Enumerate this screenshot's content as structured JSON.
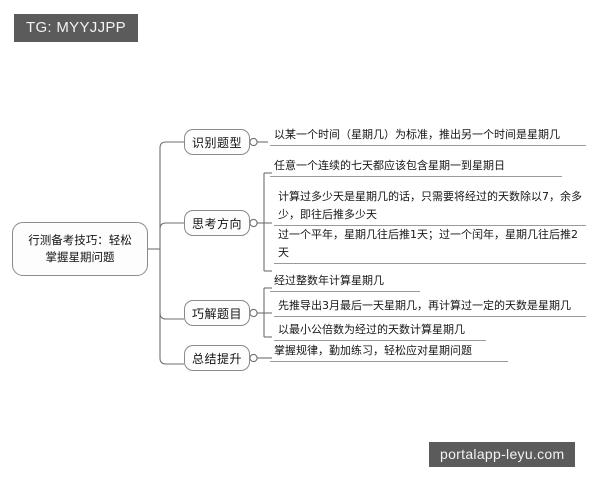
{
  "watermarks": {
    "top_badge": "TG: MYYJJPP",
    "bottom_badge": "portalapp-leyu.com"
  },
  "colors": {
    "background": "#ffffff",
    "node_border": "#8a8a8a",
    "node_fill": "#fdfdfd",
    "connector": "#6f6f6f",
    "leaf_underline": "#9a9a9a",
    "badge_bg": "#5b5b5b",
    "badge_text": "#f2f2f2",
    "text": "#161616"
  },
  "mindmap": {
    "root": "行测备考技巧：轻松掌握星期问题",
    "branches": [
      {
        "label": "识别题型",
        "toggle": "collapse-toggle",
        "leaves": [
          "以某一个时间（星期几）为标准，推出另一个时间是星期几"
        ]
      },
      {
        "label": "思考方向",
        "toggle": "collapse-toggle",
        "leaves": [
          "任意一个连续的七天都应该包含星期一到星期日",
          "计算过多少天是星期几的话，只需要将经过的天数除以7，余多少，即往后推多少天",
          "过一个平年，星期几往后推1天；过一个闰年，星期几往后推2天"
        ]
      },
      {
        "label": "巧解题目",
        "toggle": "collapse-toggle",
        "leaves": [
          "经过整数年计算星期几",
          "先推导出3月最后一天星期几，再计算过一定的天数是星期几",
          "以最小公倍数为经过的天数计算星期几"
        ]
      },
      {
        "label": "总结提升",
        "toggle": "collapse-toggle",
        "leaves": [
          "掌握规律，勤加练习，轻松应对星期问题"
        ]
      }
    ]
  }
}
